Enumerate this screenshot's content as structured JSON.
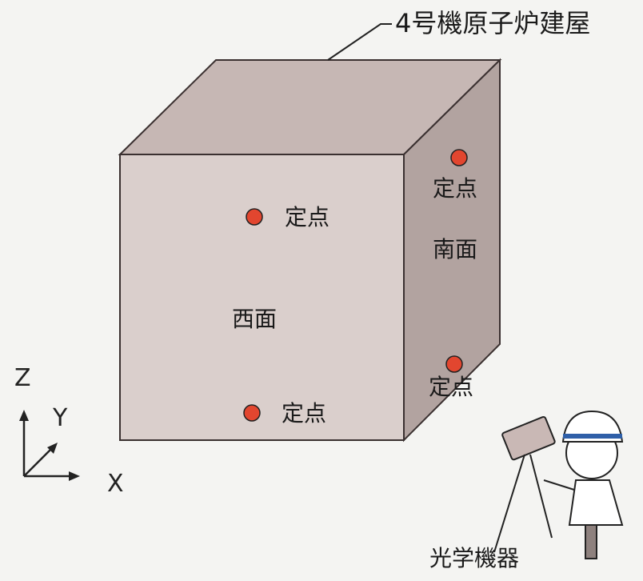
{
  "building": {
    "title": "4号機原子炉建屋"
  },
  "faces": {
    "west": "西面",
    "south": "南面"
  },
  "points": [
    {
      "id": "west-upper",
      "label": "定点"
    },
    {
      "id": "west-lower",
      "label": "定点"
    },
    {
      "id": "south-upper",
      "label": "定点"
    },
    {
      "id": "south-lower",
      "label": "定点"
    }
  ],
  "axes": {
    "z": "Z",
    "y": "Y",
    "x": "X"
  },
  "equipment": {
    "label": "光学機器"
  },
  "colors": {
    "top_face": "#c6b7b4",
    "front_face": "#dacfcc",
    "side_face": "#b2a3a0",
    "edge": "#3a3030",
    "point": "#e2462f",
    "helmet_stripe": "#2f5fa8",
    "device": "#c9b8b5"
  }
}
